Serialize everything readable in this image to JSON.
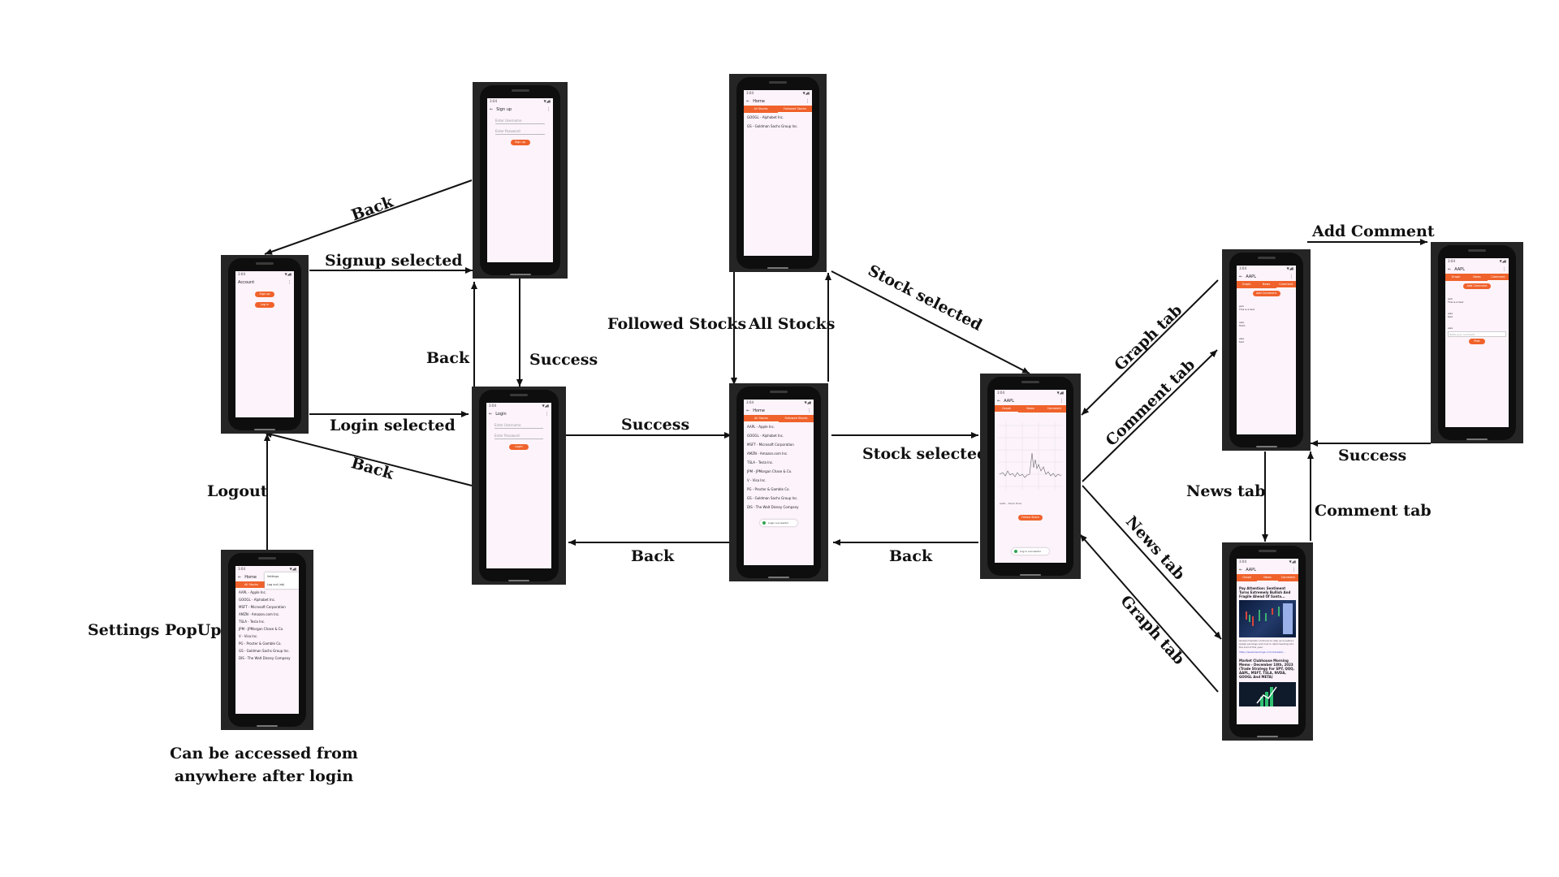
{
  "labels": {
    "back_top": "Back",
    "signup_selected": "Signup selected",
    "back_left": "Back",
    "success_signup": "Success",
    "login_selected": "Login selected",
    "back_login": "Back",
    "logout": "Logout",
    "settings_popup": "Settings PopUp",
    "settings_note_line1": "Can be accessed from",
    "settings_note_line2": "anywhere after login",
    "success_login": "Success",
    "back_home": "Back",
    "followed_stocks": "Followed Stocks",
    "all_stocks": "All Stocks",
    "stock_selected_top": "Stock selected",
    "stock_selected": "Stock selected",
    "back_stock": "Back",
    "graph_tab_top": "Graph tab",
    "comment_tab_mid": "Comment tab",
    "news_tab_diag": "News tab",
    "graph_tab_bottom": "Graph tab",
    "add_comment": "Add Comment",
    "success_comment": "Success",
    "news_tab": "News tab",
    "comment_tab_right": "Comment tab"
  },
  "colors": {
    "accent": "#f0622b",
    "screen_bg": "#fcf3fb",
    "phone_frame": "#252525"
  },
  "screens": {
    "account": {
      "title": "Account",
      "buttons": [
        "Sign up",
        "Log in"
      ]
    },
    "signup": {
      "title": "Sign up",
      "username_placeholder": "Enter Username",
      "password_placeholder": "Enter Password",
      "button": "Sign up"
    },
    "login": {
      "title": "Login",
      "username_placeholder": "Enter Username",
      "password_placeholder": "Enter Password",
      "button": "Login"
    },
    "home_followed": {
      "title": "Home",
      "tabs": [
        "All Stocks",
        "Followed Stocks"
      ],
      "items": [
        "GOOGL - Alphabet Inc.",
        "GS - Goldman Sachs Group Inc."
      ]
    },
    "home_all": {
      "title": "Home",
      "tabs": [
        "All Stocks",
        "Followed Stocks"
      ],
      "items": [
        "AAPL - Apple Inc.",
        "GOOGL - Alphabet Inc.",
        "MSFT - Microsoft Corporation",
        "AMZN - Amazon.com Inc.",
        "TSLA - Tesla Inc.",
        "JPM - JPMorgan Chase & Co.",
        "V - Visa Inc.",
        "PG - Procter & Gamble Co.",
        "GS - Goldman Sachs Group Inc.",
        "DIS - The Walt Disney Company"
      ],
      "pill": "Login successful"
    },
    "settings": {
      "title": "Home",
      "tab": "All Stocks",
      "popup": [
        "Settings",
        "Log out (ab)"
      ],
      "items": [
        "AAPL - Apple Inc.",
        "GOOGL - Alphabet Inc.",
        "MSFT - Microsoft Corporation",
        "AMZN - Amazon.com Inc.",
        "TSLA - Tesla Inc.",
        "JPM - JPMorgan Chase & Co.",
        "V - Visa Inc.",
        "PG - Procter & Gamble Co.",
        "GS - Goldman Sachs Group Inc.",
        "DIS - The Walt Disney Company"
      ]
    },
    "stock": {
      "title": "AAPL",
      "tabs": [
        "Graph",
        "News",
        "Comment"
      ],
      "legend": "AAPL - Stock Price",
      "button": "Follow Stock",
      "pill": "Log in successful"
    },
    "comments": {
      "title": "AAPL",
      "tabs": [
        "Graph",
        "News",
        "Comment"
      ],
      "button": "Add Comment",
      "comments": [
        {
          "user": "jack",
          "text": "This is a test"
        },
        {
          "user": "alex",
          "text": "Hello"
        },
        {
          "user": "alex",
          "text": "test"
        }
      ]
    },
    "add_comment": {
      "title": "AAPL",
      "tabs": [
        "Graph",
        "News",
        "Comment"
      ],
      "button": "Add Comment",
      "comments": [
        {
          "user": "jack",
          "text": "This is a test"
        },
        {
          "user": "alex",
          "text": "test"
        },
        {
          "user": "alex",
          "text": ""
        }
      ],
      "input_placeholder": "Write your comment",
      "post_button": "Post"
    },
    "news": {
      "title": "AAPL",
      "tabs": [
        "Graph",
        "News",
        "Comment"
      ],
      "headline1": "Pay Attention: Sentiment Turns Extremely Bullish And Fragile Ahead Of Santa...",
      "body1": "Global markets continue to rally as investors weigh earnings and macro data heading into the end of the year.",
      "link1": "https://www.benzinga.com/markets/...",
      "headline2": "Market Clubhouse Morning Memo - December 18th, 2023 (Trade Strategy For SPY, QQQ, AAPL, MSFT, TSLA, NVDA, GOOGL And META)"
    }
  }
}
